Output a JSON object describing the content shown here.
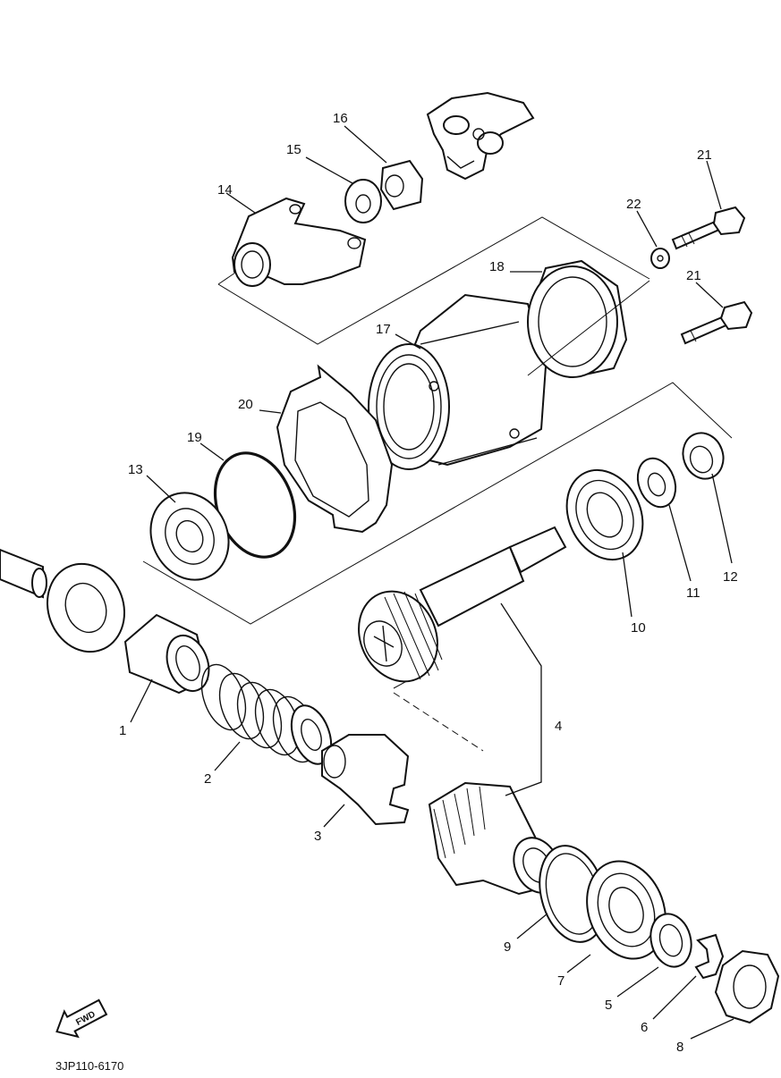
{
  "diagram_code": "3JP110-6170",
  "fwd_label": "FWD",
  "callouts": {
    "p1": "1",
    "p2": "2",
    "p3": "3",
    "p4": "4",
    "p5": "5",
    "p6": "6",
    "p7": "7",
    "p8": "8",
    "p9": "9",
    "p10": "10",
    "p11": "11",
    "p12": "12",
    "p13": "13",
    "p14": "14",
    "p15": "15",
    "p16": "16",
    "p17": "17",
    "p18": "18",
    "p19": "19",
    "p20": "20",
    "p21a": "21",
    "p21b": "21",
    "p22": "22"
  },
  "icons": {
    "fwd": "fwd-arrow-icon"
  }
}
